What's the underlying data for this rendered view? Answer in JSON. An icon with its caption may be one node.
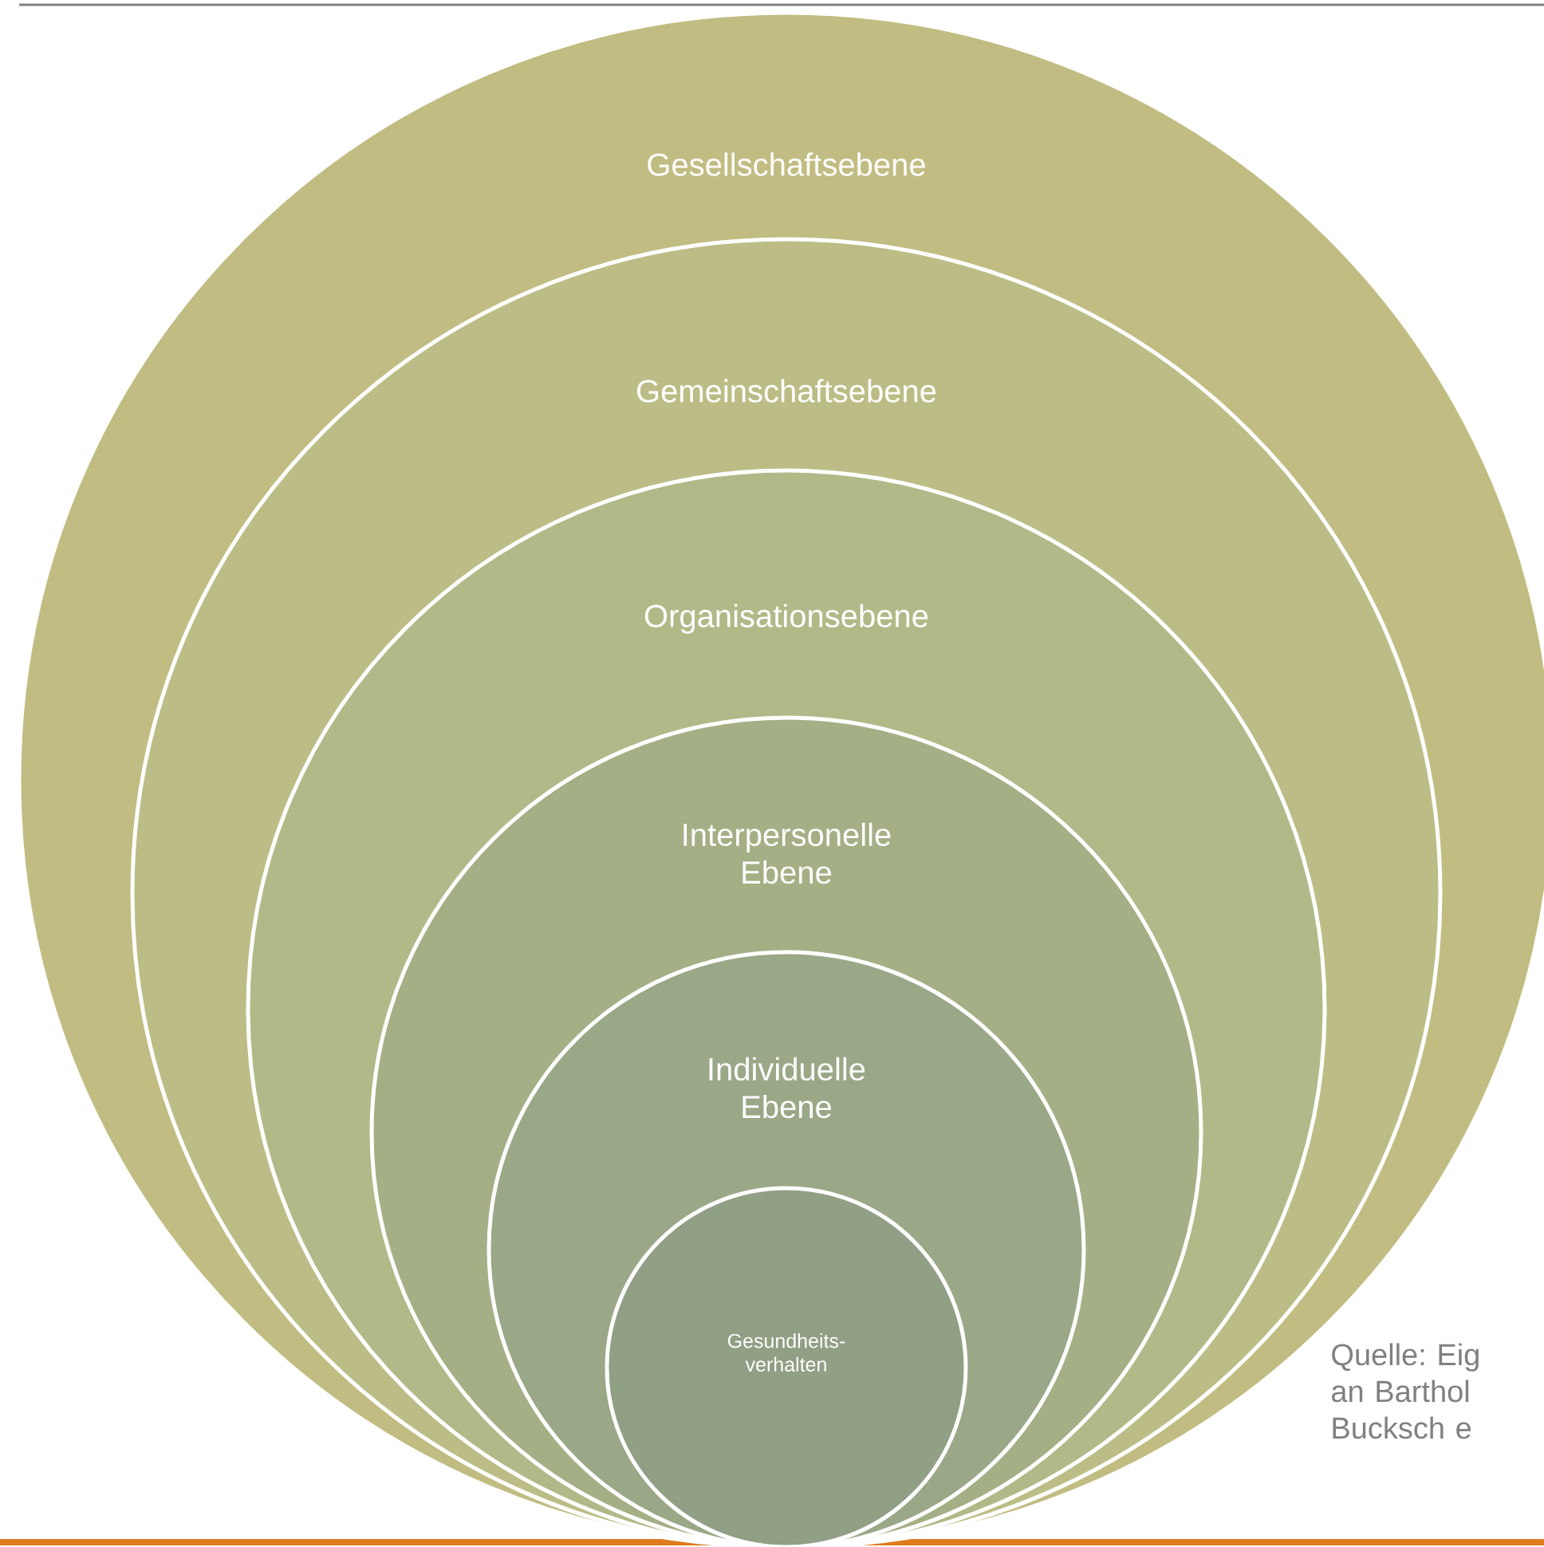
{
  "diagram": {
    "nodes": [
      {
        "text": [
          "Gesellschaftsebene"
        ]
      },
      {
        "text": [
          "Gemeinschaftsebene"
        ],
        "in": 0
      },
      {
        "text": [
          "Organisationsebene"
        ],
        "in": 1
      },
      {
        "text": [
          "Interpersonelle Ebene"
        ],
        "in": 2
      },
      {
        "text": [
          "Individuelle Ebene"
        ],
        "in": 3
      },
      {
        "text": [
          "Gesundheits- verhalten"
        ],
        "in": 4
      }
    ],
    "labels": [
      "Quelle: Eig an Barthol Bucksch e"
    ]
  }
}
